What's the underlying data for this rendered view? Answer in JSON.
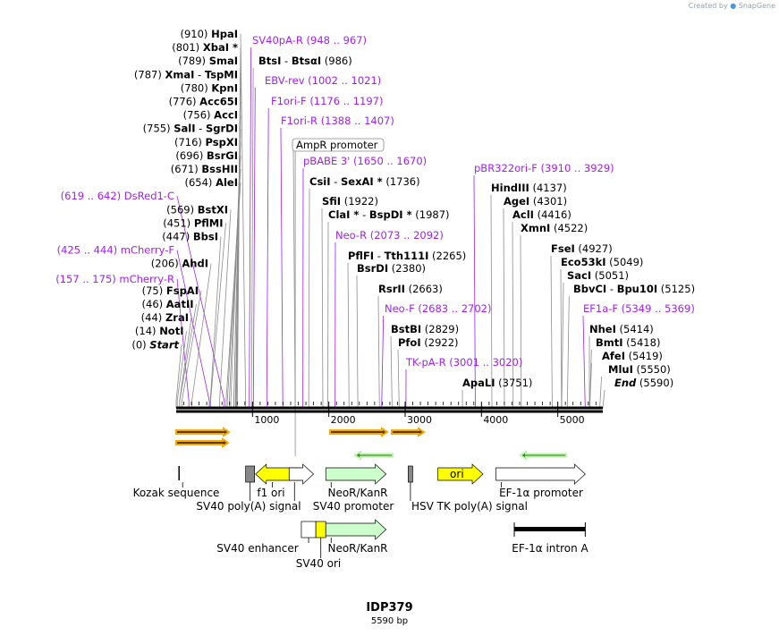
{
  "credit": {
    "prefix": "Created by",
    "brand": "SnapGene"
  },
  "plasmid": {
    "name": "IDP379",
    "size": "5590 bp",
    "length": 5590
  },
  "colors": {
    "primer": "#a020f0",
    "backbone": "#000000",
    "feature_orange": "#f7a800",
    "yellow": "#ffff00",
    "green": "#ccffcc",
    "white": "#ffffff",
    "gray": "#888888"
  },
  "ruler_ticks": [
    "1000",
    "2000",
    "3000",
    "4000",
    "5000"
  ],
  "left_labels": [
    {
      "pos": "(910)",
      "name": "HpaI",
      "bp": 910
    },
    {
      "pos": "(801)",
      "name": "XbaI *",
      "bp": 801
    },
    {
      "pos": "(789)",
      "name": "SmaI",
      "bp": 789
    },
    {
      "pos": "(787)",
      "name": "XmaI",
      "name2": "TspMI",
      "bp": 787
    },
    {
      "pos": "(780)",
      "name": "KpnI",
      "bp": 780
    },
    {
      "pos": "(776)",
      "name": "Acc65I",
      "bp": 776
    },
    {
      "pos": "(756)",
      "name": "AccI",
      "bp": 756
    },
    {
      "pos": "(755)",
      "name": "SalI",
      "name2": "SgrDI",
      "bp": 755
    },
    {
      "pos": "(716)",
      "name": "PspXI",
      "bp": 716
    },
    {
      "pos": "(696)",
      "name": "BsrGI",
      "bp": 696
    },
    {
      "pos": "(671)",
      "name": "BssHII",
      "bp": 671
    },
    {
      "pos": "(654)",
      "name": "AleI",
      "bp": 654
    },
    {
      "primer": true,
      "pos": "(619 .. 642)",
      "name": "DsRed1-C",
      "bp": 630
    },
    {
      "pos": "(569)",
      "name": "BstXI",
      "bp": 569
    },
    {
      "pos": "(451)",
      "name": "PflMI",
      "bp": 451
    },
    {
      "pos": "(447)",
      "name": "BbsI",
      "bp": 447
    },
    {
      "primer": true,
      "pos": "(425 .. 444)",
      "name": "mCherry-F",
      "bp": 434
    },
    {
      "pos": "(206)",
      "name": "AhdI",
      "bp": 206
    },
    {
      "primer": true,
      "pos": "(157 .. 175)",
      "name": "mCherry-R",
      "bp": 166
    },
    {
      "pos": "(75)",
      "name": "FspAI",
      "bp": 75
    },
    {
      "pos": "(46)",
      "name": "AatII",
      "bp": 46
    },
    {
      "pos": "(44)",
      "name": "ZraI",
      "bp": 44
    },
    {
      "pos": "(14)",
      "name": "NotI",
      "bp": 14
    },
    {
      "pos": "(0)",
      "name": "Start",
      "italic": true,
      "bp": 0
    }
  ],
  "right_labels": [
    {
      "primer": true,
      "name": "SV40pA-R",
      "pos": "(948 .. 967)",
      "bp": 957
    },
    {
      "name": "BtsI",
      "name2": "BtsαI",
      "pos": "(986)",
      "bp": 986
    },
    {
      "primer": true,
      "name": "EBV-rev",
      "pos": "(1002 .. 1021)",
      "bp": 1011
    },
    {
      "primer": true,
      "name": "F1ori-F",
      "pos": "(1176 .. 1197)",
      "bp": 1186
    },
    {
      "primer": true,
      "name": "F1ori-R",
      "pos": "(1388 .. 1407)",
      "bp": 1397
    },
    {
      "boxed": true,
      "name": "AmpR promoter",
      "bp": 1560
    },
    {
      "primer": true,
      "name": "pBABE 3'",
      "pos": "(1650 .. 1670)",
      "bp": 1660
    },
    {
      "name": "CsiI",
      "name2": "SexAI *",
      "pos": "(1736)",
      "bp": 1736
    },
    {
      "name": "SfiI",
      "pos": "(1922)",
      "bp": 1922
    },
    {
      "name": "ClaI *",
      "name2": "BspDI *",
      "pos": "(1987)",
      "bp": 1987
    },
    {
      "primer": true,
      "name": "Neo-R",
      "pos": "(2073 .. 2092)",
      "bp": 2082
    },
    {
      "name": "PflFI",
      "name2": "Tth111I",
      "pos": "(2265)",
      "bp": 2265
    },
    {
      "name": "BsrDI",
      "pos": "(2380)",
      "bp": 2380
    },
    {
      "name": "RsrII",
      "pos": "(2663)",
      "bp": 2663
    },
    {
      "primer": true,
      "name": "Neo-F",
      "pos": "(2683 .. 2702)",
      "bp": 2692
    },
    {
      "name": "BstBI",
      "pos": "(2829)",
      "bp": 2829
    },
    {
      "name": "PfoI",
      "pos": "(2922)",
      "bp": 2922
    },
    {
      "primer": true,
      "name": "TK-pA-R",
      "pos": "(3001 .. 3020)",
      "bp": 3010
    },
    {
      "name": "ApaLI",
      "pos": "(3751)",
      "bp": 3751
    },
    {
      "primer": true,
      "name": "pBR322ori-F",
      "pos": "(3910 .. 3929)",
      "bp": 3919
    },
    {
      "name": "HindIII",
      "pos": "(4137)",
      "bp": 4137
    },
    {
      "name": "AgeI",
      "pos": "(4301)",
      "bp": 4301
    },
    {
      "name": "AclI",
      "pos": "(4416)",
      "bp": 4416
    },
    {
      "name": "XmnI",
      "pos": "(4522)",
      "bp": 4522
    },
    {
      "name": "FseI",
      "pos": "(4927)",
      "bp": 4927
    },
    {
      "name": "Eco53kI",
      "pos": "(5049)",
      "bp": 5049
    },
    {
      "name": "SacI",
      "pos": "(5051)",
      "bp": 5051
    },
    {
      "name": "BbvCI",
      "name2": "Bpu10I",
      "pos": "(5125)",
      "bp": 5125
    },
    {
      "primer": true,
      "name": "EF1a-F",
      "pos": "(5349 .. 5369)",
      "bp": 5359
    },
    {
      "name": "NheI",
      "pos": "(5414)",
      "bp": 5414
    },
    {
      "name": "BmtI",
      "pos": "(5418)",
      "bp": 5418
    },
    {
      "name": "AfeI",
      "pos": "(5419)",
      "bp": 5419
    },
    {
      "name": "MluI",
      "pos": "(5550)",
      "bp": 5550
    },
    {
      "name": "End",
      "italic": true,
      "pos": "(5590)",
      "bp": 5590
    }
  ],
  "features": [
    {
      "label": "Kozak sequence",
      "kind": "tick",
      "start": 14,
      "end": 24
    },
    {
      "label": "SV40 poly(A) signal",
      "kind": "box",
      "start": 910,
      "end": 1030,
      "fill": "#888888"
    },
    {
      "label": "f1 ori",
      "kind": "arrow-left",
      "start": 1040,
      "end": 1480,
      "fill": "#ffff00"
    },
    {
      "label": "SV40 promoter",
      "kind": "arrow-right",
      "start": 1480,
      "end": 1800,
      "fill": "#ffffff"
    },
    {
      "label": "NeoR/KanR",
      "kind": "arrow-right",
      "start": 1960,
      "end": 2750,
      "fill": "#ccffcc"
    },
    {
      "label": "HSV TK poly(A) signal",
      "kind": "box",
      "start": 3040,
      "end": 3100,
      "fill": "#888888"
    },
    {
      "label": "ori",
      "kind": "arrow-right",
      "start": 3430,
      "end": 4020,
      "fill": "#ffff00",
      "inside": true
    },
    {
      "label": "EF-1α promoter",
      "kind": "arrow-right",
      "start": 4190,
      "end": 5360,
      "fill": "#ffffff"
    },
    {
      "label": "SV40 enhancer",
      "kind": "box",
      "start": 1640,
      "end": 1830,
      "fill": "#ffffff"
    },
    {
      "label": "SV40 ori",
      "kind": "box",
      "start": 1830,
      "end": 1960,
      "fill": "#ffff00"
    },
    {
      "label": "NeoR/KanR",
      "kind": "arrow-right",
      "start": 1960,
      "end": 2750,
      "fill": "#ccffcc"
    },
    {
      "label": "EF-1α intron A",
      "kind": "bar",
      "start": 4430,
      "end": 5360
    }
  ]
}
